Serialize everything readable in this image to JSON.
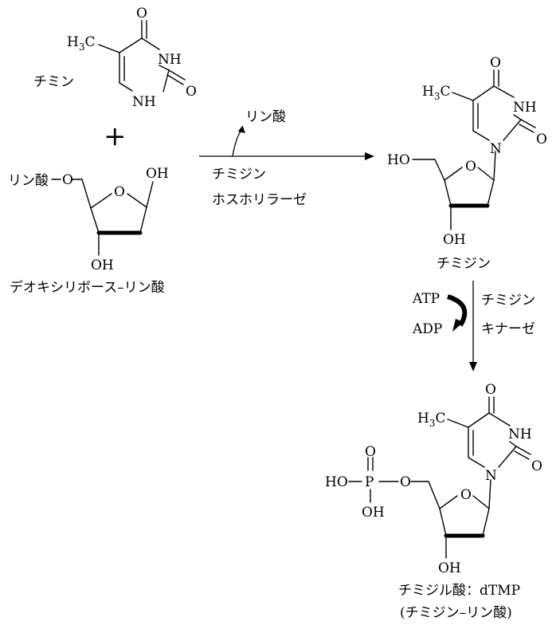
{
  "thymine": {
    "name": "チミン",
    "labels": {
      "ch3": "H",
      "ch3_sub": "3",
      "ch3_tail": "C",
      "o_top": "O",
      "nh_top": "NH",
      "o_right": "O",
      "nh_bottom": "NH"
    }
  },
  "plus": "+",
  "deoxyribose_phosphate": {
    "name": "デオキシリボース–リン酸",
    "phosphate_label": "リン酸",
    "labels": {
      "o_link": "O",
      "o_ring": "O",
      "oh_anomeric": "OH",
      "oh_3": "OH"
    }
  },
  "reaction1": {
    "byproduct": "リン酸",
    "enzyme_line1": "チミジン",
    "enzyme_line2": "ホスホリラーゼ"
  },
  "thymidine": {
    "name": "チミジン",
    "labels": {
      "ch3": "H",
      "ch3_sub": "3",
      "ch3_tail": "C",
      "o_top": "O",
      "nh": "NH",
      "o_right": "O",
      "n1": "N",
      "ho5": "HO",
      "o_ring": "O",
      "oh3": "OH"
    }
  },
  "reaction2": {
    "cofactor_in": "ATP",
    "cofactor_out": "ADP",
    "enzyme_line1": "チミジン",
    "enzyme_line2": "キナーゼ"
  },
  "dtmp": {
    "name_line1": "チミジル酸：dTMP",
    "name_line2": "(チミジン–リン酸)",
    "labels": {
      "ch3": "H",
      "ch3_sub": "3",
      "ch3_tail": "C",
      "o_top": "O",
      "nh": "NH",
      "o_right": "O",
      "n1": "N",
      "p_ho": "HO",
      "p": "P",
      "p_o_top": "O",
      "p_oh": "OH",
      "o_ester": "O",
      "o_ring": "O",
      "oh3": "OH"
    }
  }
}
